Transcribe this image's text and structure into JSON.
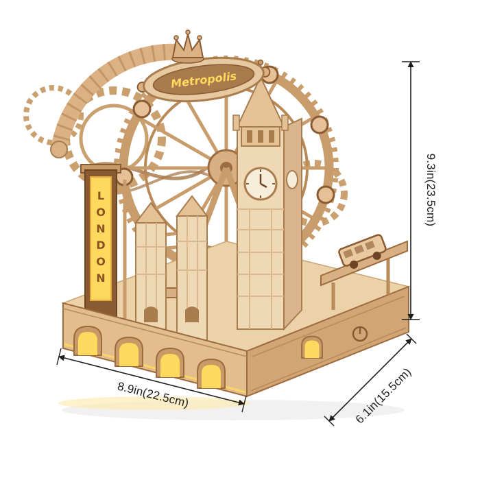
{
  "page": {
    "background": "#ffffff"
  },
  "product": {
    "metropolis_sign": "Metropolis",
    "london_sign": "LONDON",
    "colors": {
      "wood_light": "#ecd2a9",
      "wood_mid": "#d8b084",
      "wood_dark": "#9c6b3f",
      "outline": "#8a5a32",
      "glow_yellow": "#ffd95e",
      "annotation": "#1d1d1d"
    }
  },
  "dimensions": {
    "height": "9.3in(23.5cm)",
    "width": "8.9in(22.5cm)",
    "depth": "6.1in(15.5cm)"
  }
}
